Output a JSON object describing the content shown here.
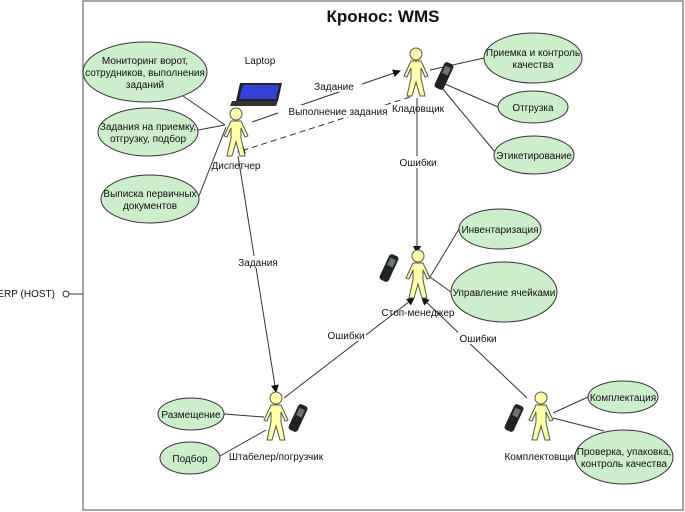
{
  "title": "Кронос: WMS",
  "erp_label": "ERP (HOST)",
  "device_label": "Laptop",
  "actors": {
    "dispatcher": "Диспетчер",
    "storekeeper": "Кладовщик",
    "stop_manager": "Стоп-менеджер",
    "stacker": "Штабелер/погрузчик",
    "picker": "Комплектовщик"
  },
  "use_cases": {
    "monitoring": [
      "Мониторинг ворот,",
      "сотрудников, выполнения",
      "заданий"
    ],
    "tasks": [
      "Задания на приемку,",
      "отгрузку, подбор"
    ],
    "documents": [
      "Выписка первичных",
      "документов"
    ],
    "receiving": [
      "Приемка и контроль",
      "качества"
    ],
    "shipping": [
      "Отгрузка"
    ],
    "labeling": [
      "Этикетирование"
    ],
    "inventory": [
      "Инвентаризация"
    ],
    "cells": [
      "Управление ячейками"
    ],
    "placement": [
      "Размещение"
    ],
    "selection": [
      "Подбор"
    ],
    "kitting": [
      "Комплектация"
    ],
    "checking": [
      "Проверка, упаковка,",
      "контроль качества"
    ]
  },
  "edges": {
    "task": "Задание",
    "task_done": "Выполнение задания",
    "errors_1": "Ошибки",
    "tasks": "Задания",
    "errors_2": "Ошибки",
    "errors_3": "Ошибки"
  }
}
